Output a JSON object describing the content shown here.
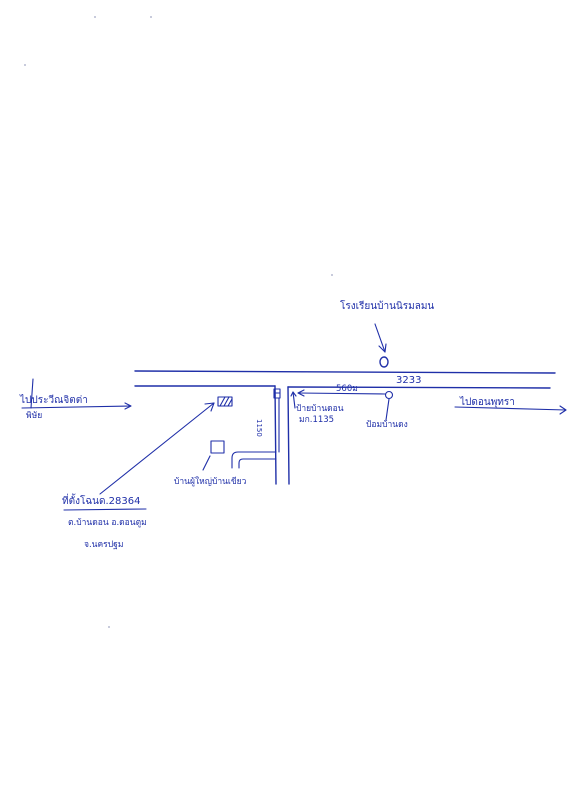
{
  "labels": {
    "school_top": "โรงเรียนบ้านนิรมลมน",
    "road_number": "3233",
    "left_direction": "ไปประวีณจิตต่า",
    "left_direction_sub": "พิษัย",
    "right_direction": "ไปดอนพุทรา",
    "distance_right": "560ม",
    "distance_side": "1150",
    "marker_left": "ป้ายบ้านดอน",
    "marker_left_sub": "มก.1135",
    "marker_right": "ป้อมบ้านดง",
    "house_label": "บ้านผู้ใหญ่บ้านเขียว",
    "site_title": "ที่ตั้งโฉนด.28364",
    "site_addr_1": "ต.บ้านดอน อ.ดอนตูม",
    "site_addr_2": "จ.นครปฐม"
  },
  "colors": {
    "ink": "#1f2fa8",
    "paper": "#ffffff"
  }
}
